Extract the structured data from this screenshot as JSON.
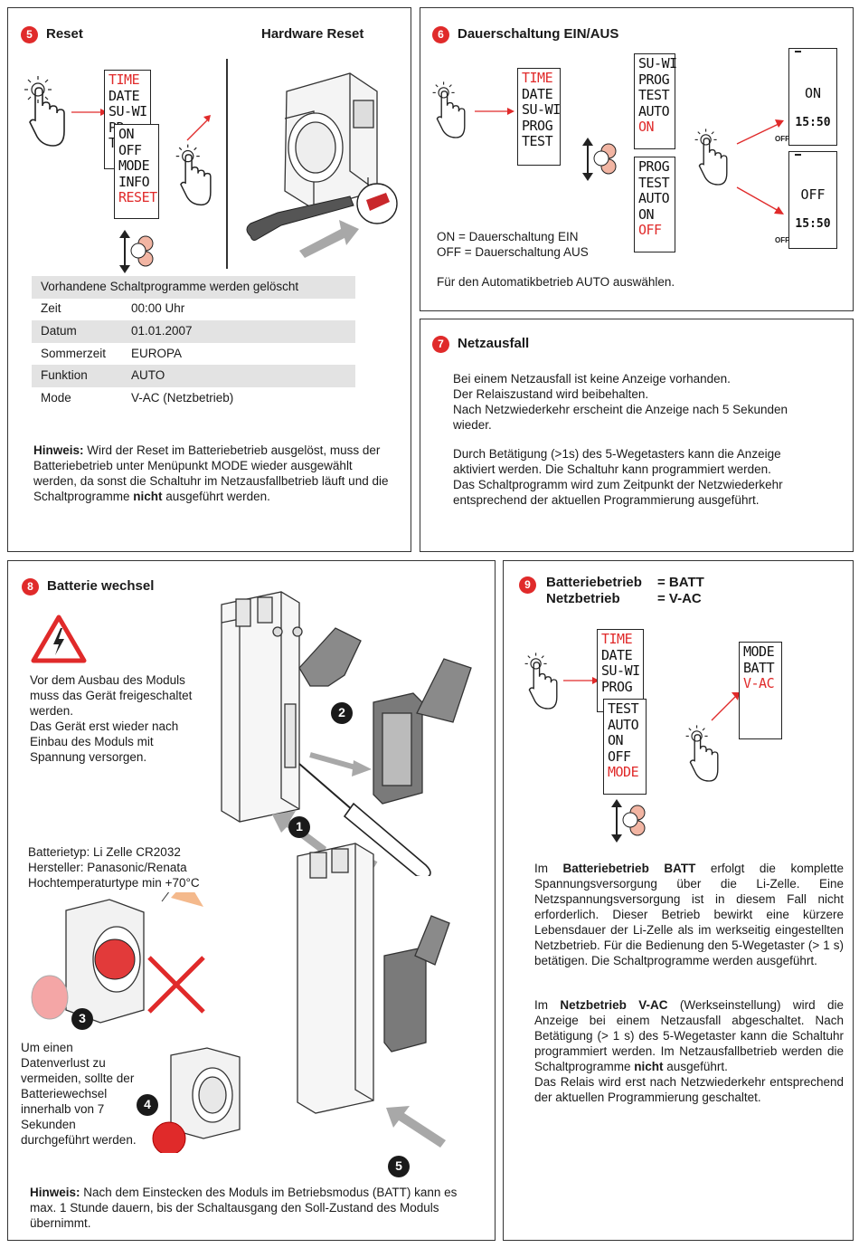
{
  "s5": {
    "num": "5",
    "title": "Reset",
    "hw_title": "Hardware Reset",
    "lcd1": [
      "TIME",
      "DATE",
      "SU-WI",
      "PR",
      "T"
    ],
    "lcd2": [
      "ON",
      "OFF",
      "MODE",
      "INFO",
      "RESET"
    ],
    "table_header": "Vorhandene Schaltprogramme werden gelöscht",
    "rows": [
      {
        "label": "Zeit",
        "value": "00:00 Uhr"
      },
      {
        "label": "Datum",
        "value": "01.01.2007"
      },
      {
        "label": "Sommerzeit",
        "value": "EUROPA"
      },
      {
        "label": "Funktion",
        "value": "AUTO"
      },
      {
        "label": "Mode",
        "value": "V-AC (Netzbetrieb)"
      }
    ],
    "note_label": "Hinweis:",
    "note_a": " Wird der Reset im Batteriebetrieb ausgelöst, muss der Batteriebetrieb unter Menüpunkt MODE wieder ausgewählt werden, da sonst die Schaltuhr im Netzausfallbetrieb läuft und die Schaltprogramme ",
    "note_bold": "nicht",
    "note_b": " ausgeführt werden."
  },
  "s6": {
    "num": "6",
    "title": "Dauerschaltung EIN/AUS",
    "lcd1": [
      "TIME",
      "DATE",
      "SU-WI",
      "PROG",
      "TEST"
    ],
    "lcd2": [
      "SU-WI",
      "PROG",
      "TEST",
      "AUTO",
      "ON"
    ],
    "lcd3": [
      "PROG",
      "TEST",
      "AUTO",
      "ON",
      "OFF"
    ],
    "disp_on": {
      "state": "ON",
      "time": "15:50",
      "side": "OFF"
    },
    "disp_off": {
      "state": "OFF",
      "time": "15:50",
      "side": "OFF"
    },
    "line1": "ON = Dauerschaltung EIN",
    "line2": "OFF = Dauerschaltung AUS",
    "line3": "Für den Automatikbetrieb AUTO auswählen."
  },
  "s7": {
    "num": "7",
    "title": "Netzausfall",
    "para1": "Bei einem Netzausfall ist keine Anzeige vorhanden.\nDer Relaiszustand wird beibehalten.\nNach Netzwiederkehr erscheint die Anzeige nach 5 Sekunden wieder.",
    "para2": "Durch Betätigung (>1s) des 5-Wegetasters kann die Anzeige aktiviert werden. Die Schaltuhr kann programmiert werden.\nDas Schaltprogramm wird zum Zeitpunkt der Netzwiederkehr entsprechend der aktuellen Programmierung ausgeführt."
  },
  "s8": {
    "num": "8",
    "title": "Batterie wechsel",
    "warning": "Vor dem Ausbau des Moduls muss das Gerät freigeschaltet werden.\nDas Gerät erst wieder nach Einbau des Moduls mit Spannung versorgen.",
    "battery": "Batterietyp: Li Zelle CR2032\nHersteller: Panasonic/Renata\nHochtemperaturtype min +70°C",
    "dataloss": "Um einen Datenverlust zu vermeiden, sollte der Batteriewechsel innerhalb von 7 Sekunden durchgeführt werden.",
    "steps": [
      "1",
      "2",
      "3",
      "4",
      "5"
    ],
    "note_label": "Hinweis:",
    "note": " Nach dem Einstecken des Moduls im Betriebsmodus (BATT) kann es max. 1 Stunde dauern, bis der Schaltausgang den Soll-Zustand des Moduls übernimmt."
  },
  "s9": {
    "num": "9",
    "mode1_label": "Batteriebetrieb",
    "mode1_value": "= BATT",
    "mode2_label": "Netzbetrieb",
    "mode2_value": "= V-AC",
    "lcd1": [
      "TIME",
      "DATE",
      "SU-WI",
      "PROG"
    ],
    "lcd2": [
      "TEST",
      "AUTO",
      "ON",
      "OFF",
      "MODE"
    ],
    "lcd3": [
      "MODE",
      "BATT",
      "V-AC"
    ],
    "p1_pre": "Im ",
    "p1_bold": "Batteriebetrieb BATT",
    "p1_post": " erfolgt die komplette Spannungsversorgung über die Li-Zelle. Eine Netzspannungsversorgung ist in diesem Fall nicht erforderlich. Dieser Betrieb bewirkt eine kürzere Lebensdauer der Li-Zelle als im werkseitig eingestellten Netzbetrieb. Für die Bedienung den 5-Wegetaster (> 1 s) betätigen. Die Schaltprogramme werden ausgeführt.",
    "p2_pre": "Im ",
    "p2_bold": "Netzbetrieb V-AC",
    "p2_mid": " (Werkseinstellung) wird die Anzeige bei einem Netzausfall abgeschaltet. Nach Betätigung (> 1 s) des 5-Wegetaster kann die Schaltuhr programmiert werden. Im Netzausfallbetrieb werden die Schaltprogramme ",
    "p2_bold2": "nicht",
    "p2_post": " ausgeführt.\nDas Relais wird erst nach Netzwiederkehr entsprechend der aktuellen Programmierung geschaltet."
  },
  "colors": {
    "accent": "#e02a2a",
    "shade": "#e3e3e3",
    "arrow_gray": "#a8a8a8"
  }
}
